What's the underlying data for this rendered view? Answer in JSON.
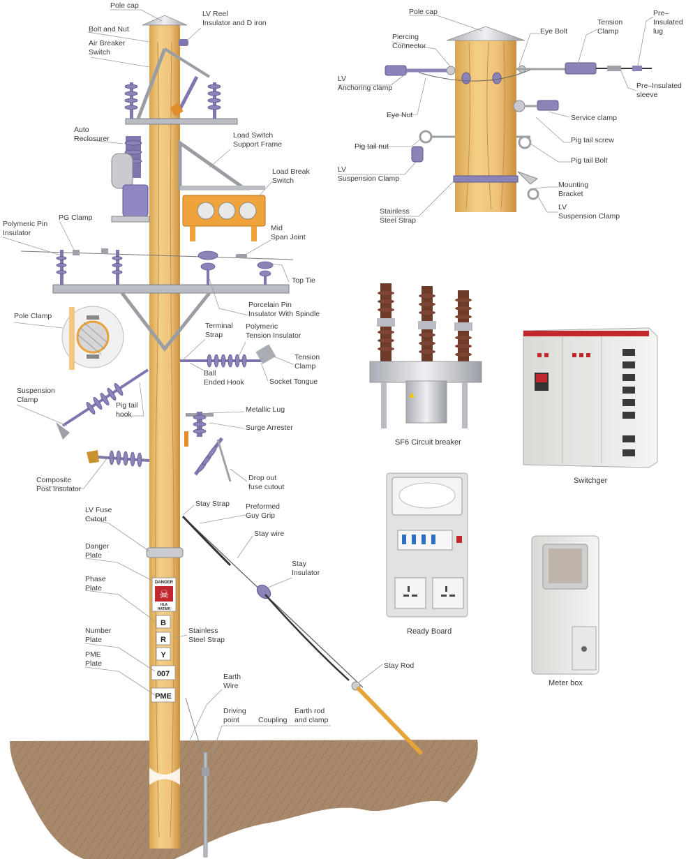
{
  "pole_labels": {
    "pole_cap": "Pole cap",
    "lv_reel_1": "LV Reel",
    "lv_reel_2": "Insulator and D iron",
    "bolt_nut": "Bolt and Nut",
    "air_breaker_1": "Air Breaker",
    "air_breaker_2": "Switch",
    "auto_recl_1": "Auto",
    "auto_recl_2": "Reclosurer",
    "load_sw_frame_1": "Load Switch",
    "load_sw_frame_2": "Support Frame",
    "load_break_1": "Load Break",
    "load_break_2": "Switch",
    "poly_pin_1": "Polymeric Pin",
    "poly_pin_2": "Insulator",
    "pg_clamp": "PG Clamp",
    "mid_span_1": "Mid",
    "mid_span_2": "Span Joint",
    "top_tie": "Top Tie",
    "porcelain_1": "Porcelain Pin",
    "porcelain_2": "Insulator With Spindle",
    "pole_clamp": "Pole Clamp",
    "terminal_strap_1": "Terminal",
    "terminal_strap_2": "Strap",
    "poly_tension_1": "Polymeric",
    "poly_tension_2": "Tension Insulator",
    "tension_clamp_1": "Tension",
    "tension_clamp_2": "Clamp",
    "ball_hook_1": "Ball",
    "ball_hook_2": "Ended Hook",
    "socket_tongue": "Socket Tongue",
    "suspension_1": "Suspension",
    "suspension_2": "Clamp",
    "pig_tail_hook_1": "Pig tail",
    "pig_tail_hook_2": "hook",
    "metallic_lug": "Metallic Lug",
    "surge_arrester": "Surge Arrester",
    "composite_1": "Composite",
    "composite_2": "Post Insulator",
    "dropout_1": "Drop out",
    "dropout_2": "fuse cutout",
    "stay_strap": "Stay Strap",
    "preformed_1": "Preformed",
    "preformed_2": "Guy Grip",
    "lv_fuse_1": "LV Fuse",
    "lv_fuse_2": "Cutout",
    "stay_wire": "Stay wire",
    "danger_1": "Danger",
    "danger_2": "Plate",
    "stay_ins_1": "Stay",
    "stay_ins_2": "Insulator",
    "phase_1": "Phase",
    "phase_2": "Plate",
    "stainless_1": "Stainless",
    "stainless_2": "Steel Strap",
    "number_1": "Number",
    "number_2": "Plate",
    "pme_1": "PME",
    "pme_2": "Plate",
    "stay_rod": "Stay Rod",
    "earth_wire_1": "Earth",
    "earth_wire_2": "Wire",
    "driving_1": "Driving",
    "driving_2": "point",
    "coupling": "Coupling",
    "earth_rod_1": "Earth rod",
    "earth_rod_2": "and clamp"
  },
  "plates": {
    "danger_top": "DANGER",
    "danger_bottom_1": "HLA",
    "danger_bottom_2": "HATARI",
    "phase_b": "B",
    "phase_r": "R",
    "phase_y": "Y",
    "number": "007",
    "pme": "PME"
  },
  "lv_labels": {
    "pole_cap": "Pole cap",
    "eye_bolt": "Eye Bolt",
    "tension_clamp_1": "Tension",
    "tension_clamp_2": "Clamp",
    "pre_lug_1": "Pre–",
    "pre_lug_2": "Insulated",
    "pre_lug_3": "lug",
    "piercing_1": "Piercing",
    "piercing_2": "Connector",
    "lv_anchor_1": "LV",
    "lv_anchor_2": "Anchoring clamp",
    "pre_sleeve_1": "Pre–Insulated",
    "pre_sleeve_2": "sleeve",
    "eye_nut": "Eye Nut",
    "service_clamp": "Service clamp",
    "pig_tail_nut": "Pig tail nut",
    "pig_tail_screw": "Pig tail screw",
    "lv_susp_1": "LV",
    "lv_susp_2": "Suspension Clamp",
    "pig_tail_bolt": "Pig tail Bolt",
    "mounting_1": "Mounting",
    "mounting_2": "Bracket",
    "stainless_1": "Stainless",
    "stainless_2": "Steel Strap",
    "lv_susp_r1": "LV",
    "lv_susp_r2": "Suspension Clamp"
  },
  "products": {
    "sf6": "SF6 Circuit breaker",
    "switchgear": "Switchger",
    "ready_board": "Ready Board",
    "meter_box": "Meter box"
  },
  "colors": {
    "wood": "#f0c978",
    "insulator_purple": "#8b84b8",
    "bushing_brown": "#6e3a2a",
    "ground": "#a8886a",
    "danger_red": "#c0282d"
  }
}
